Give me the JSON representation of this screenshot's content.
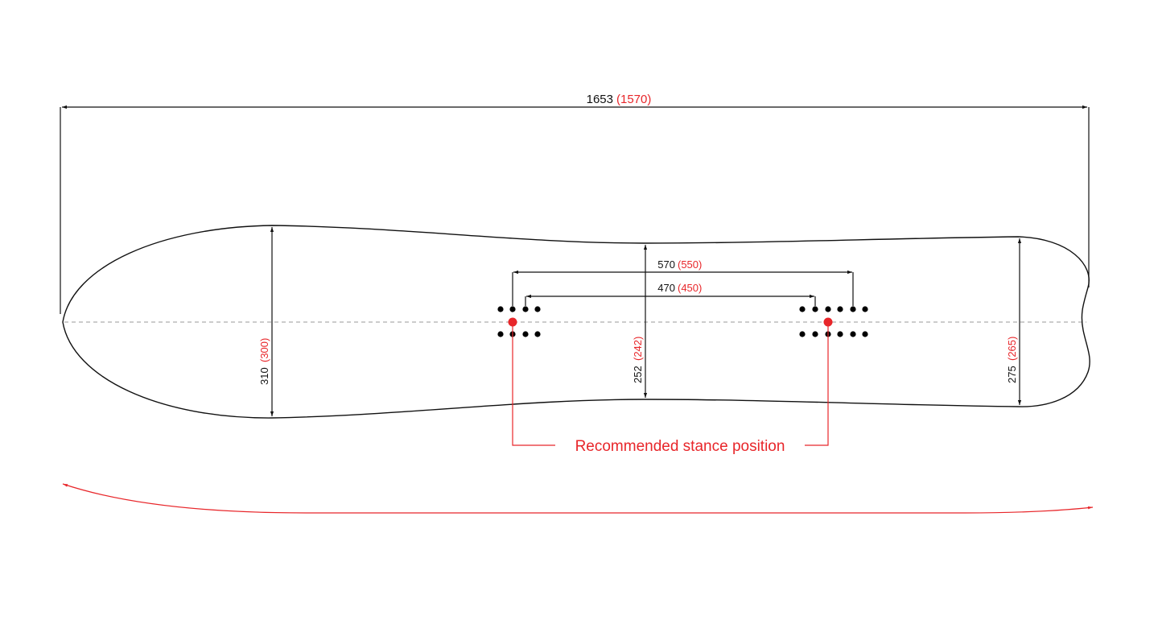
{
  "colors": {
    "outline": "#111111",
    "accent": "#e8262a",
    "centerline": "#999999"
  },
  "dimensions": {
    "overall_length": {
      "value": "1653",
      "alt": "(1570)"
    },
    "outer_stance": {
      "value": "570",
      "alt": "(550)"
    },
    "inner_stance": {
      "value": "470",
      "alt": "(450)"
    },
    "nose_width": {
      "value": "310",
      "alt": "(300)"
    },
    "waist_width": {
      "value": "252",
      "alt": "(242)"
    },
    "tail_width": {
      "value": "275",
      "alt": "(265)"
    }
  },
  "callout": {
    "label": "Recommended stance position"
  }
}
